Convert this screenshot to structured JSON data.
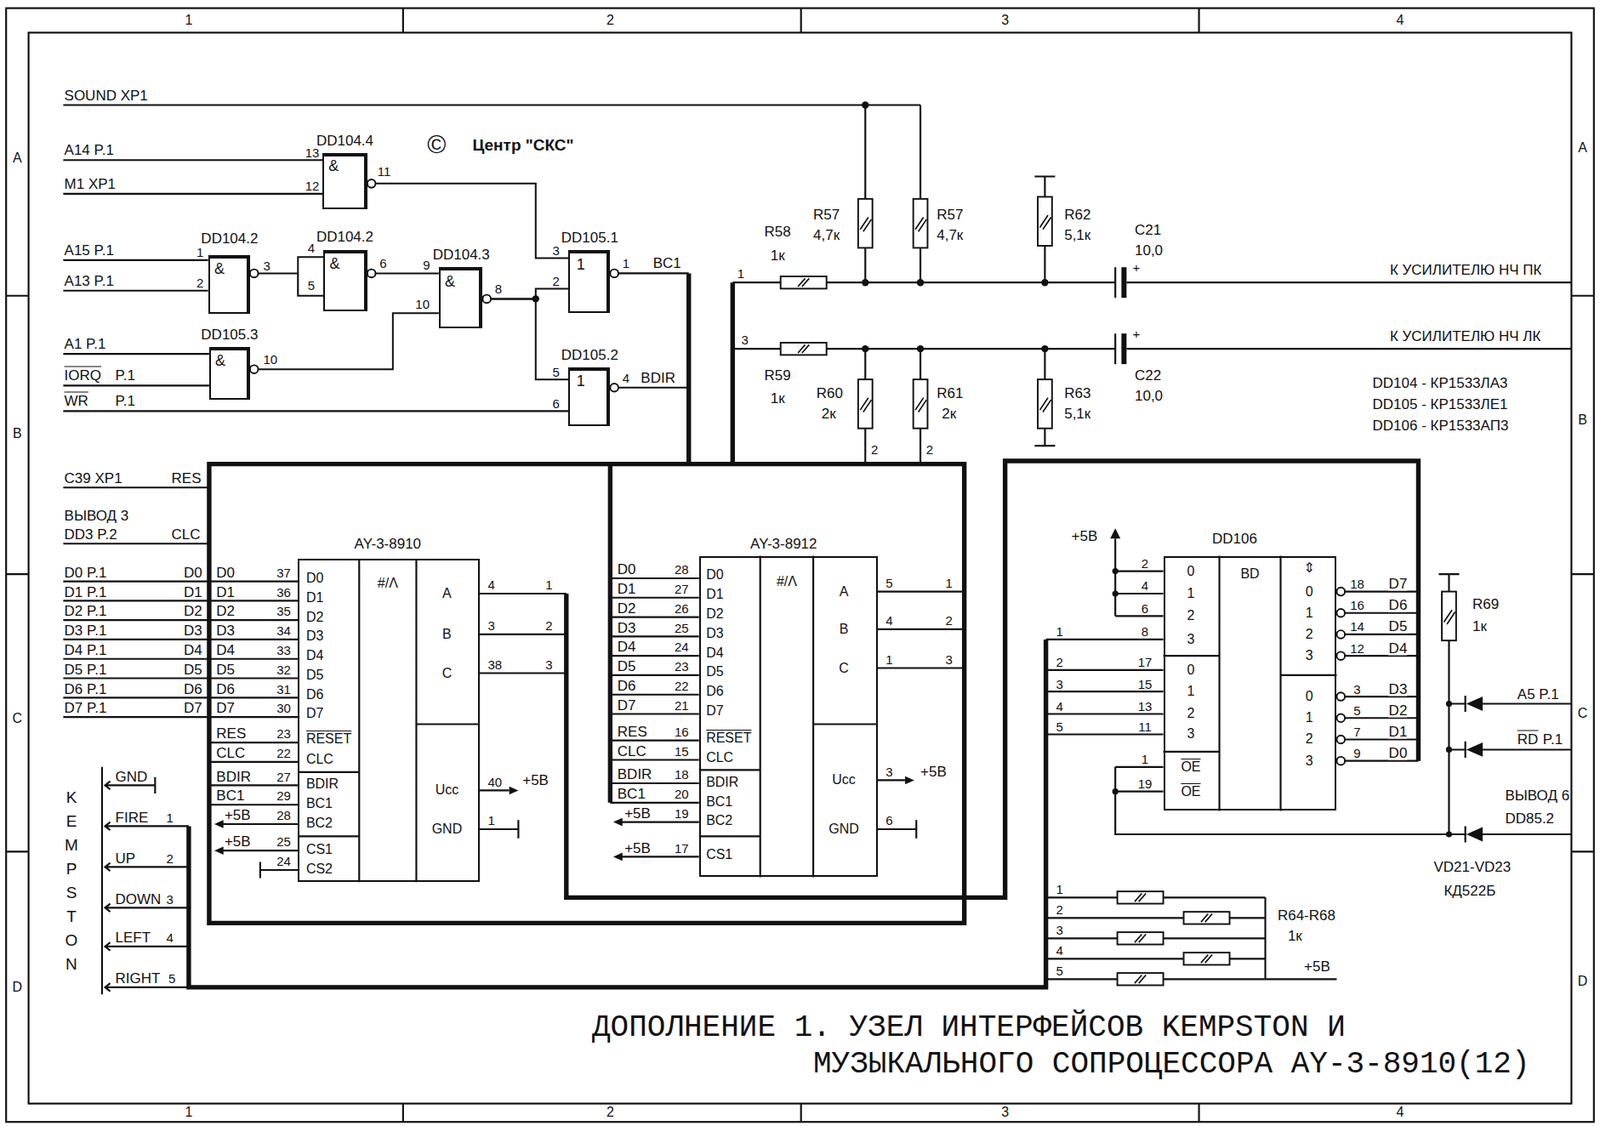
{
  "diagram": {
    "title": "ДОПОЛНЕНИЕ 1. УЗЕЛ ИНТЕРФЕЙСОВ KEMPSTON И МУЗЫКАЛЬНОГО СОПРОЦЕССОРА AY-3-8910(12)",
    "nodes": [
      {
        "text": [
          "DD104.4",
          "&"
        ]
      },
      {
        "text": [
          "DD104.2",
          "&"
        ]
      },
      {
        "text": [
          "DD104.2",
          "&"
        ]
      },
      {
        "text": [
          "DD104.3",
          "&"
        ]
      },
      {
        "text": [
          "DD105.1",
          "1"
        ]
      },
      {
        "text": [
          "DD105.3",
          "&"
        ]
      },
      {
        "text": [
          "DD105.2",
          "1"
        ]
      },
      {
        "text": [
          "AY-3-8910",
          "D0",
          "D1",
          "D2",
          "D3",
          "D4",
          "D5",
          "D6",
          "D7",
          "#/Λ",
          "RESET",
          "CLC",
          "BDIR",
          "BC1",
          "BC2",
          "CS1",
          "CS2",
          "A",
          "B",
          "C",
          "Ucc",
          "GND"
        ]
      },
      {
        "text": [
          "AY-3-8912",
          "D0",
          "D1",
          "D2",
          "D3",
          "D4",
          "D5",
          "D6",
          "D7",
          "#/Λ",
          "RESET",
          "CLC",
          "BDIR",
          "BC1",
          "BC2",
          "CS1",
          "A",
          "B",
          "C",
          "Ucc",
          "GND"
        ]
      },
      {
        "text": [
          "DD106",
          "0",
          "1",
          "2",
          "3",
          "0",
          "1",
          "2",
          "3",
          "OE",
          "OE",
          "BD",
          "⇕",
          "0",
          "1",
          "2",
          "3",
          "0",
          "1",
          "2",
          "3"
        ]
      }
    ],
    "edges": [
      {
        "from": 0,
        "to": 4,
        "arrow": "none"
      },
      {
        "from": 1,
        "to": 2,
        "arrow": "none"
      },
      {
        "from": 2,
        "to": 3,
        "arrow": "none"
      },
      {
        "from": 5,
        "to": 3,
        "arrow": "none"
      },
      {
        "from": 3,
        "to": 4,
        "arrow": "none"
      },
      {
        "from": 3,
        "to": 6,
        "arrow": "none"
      }
    ],
    "labels": [
      "1",
      "2",
      "3",
      "4",
      "1",
      "2",
      "3",
      "4",
      "A",
      "B",
      "C",
      "D",
      "A",
      "B",
      "C",
      "D",
      "SOUND XP1",
      "©",
      "Центр \"СКС\"",
      "A14 P.1",
      "M1 XP1",
      "A15 P.1",
      "A13 P.1",
      "A1 P.1",
      "IORQ",
      "P.1",
      "WR",
      "P.1",
      "13",
      "12",
      "11",
      "1",
      "2",
      "3",
      "4",
      "5",
      "6",
      "9",
      "10",
      "8",
      "10",
      "3",
      "2",
      "1",
      "BC1",
      "5",
      "6",
      "4",
      "BDIR",
      "1",
      "R58",
      "1к",
      "3",
      "R59",
      "1к",
      "R57",
      "4,7к",
      "R57",
      "4,7к",
      "R60",
      "2к",
      "R61",
      "2к",
      "2",
      "2",
      "R62",
      "5,1к",
      "R63",
      "5,1к",
      "C21",
      "10,0",
      "+",
      "C22",
      "10,0",
      "+",
      "К УСИЛИТЕЛЮ НЧ ПК",
      "К УСИЛИТЕЛЮ НЧ ЛК",
      "DD104 - КР1533ЛА3",
      "DD105 - КР1533ЛЕ1",
      "DD106 - КР1533АП3",
      "C39 XP1",
      "RES",
      "ВЫВОД 3",
      "DD3 P.2",
      "CLC",
      "D0 P.1",
      "D0",
      "D0",
      "37",
      "D1 P.1",
      "D1",
      "D1",
      "36",
      "D2 P.1",
      "D2",
      "D2",
      "35",
      "D3 P.1",
      "D3",
      "D3",
      "34",
      "D4 P.1",
      "D4",
      "D4",
      "33",
      "D5 P.1",
      "D5",
      "D5",
      "32",
      "D6 P.1",
      "D6",
      "D6",
      "31",
      "D7 P.1",
      "D7",
      "D7",
      "30",
      "RES",
      "23",
      "CLC",
      "22",
      "BDIR",
      "27",
      "BC1",
      "29",
      "+5В",
      "28",
      "+5В",
      "25",
      "24",
      "4",
      "1",
      "3",
      "2",
      "38",
      "3",
      "40",
      "+5В",
      "1",
      "D0",
      "28",
      "D1",
      "27",
      "D2",
      "26",
      "D3",
      "25",
      "D4",
      "24",
      "D5",
      "23",
      "D6",
      "22",
      "D7",
      "21",
      "RES",
      "16",
      "CLC",
      "15",
      "BDIR",
      "18",
      "BC1",
      "20",
      "+5В",
      "19",
      "+5В",
      "17",
      "5",
      "1",
      "4",
      "2",
      "1",
      "3",
      "3",
      "+5В",
      "6",
      "KEMPSTON",
      "GND",
      "FIRE",
      "1",
      "UP",
      "2",
      "DOWN",
      "3",
      "LEFT",
      "4",
      "RIGHT",
      "5",
      "+5В",
      "2",
      "4",
      "6",
      "8",
      "1",
      "17",
      "2",
      "15",
      "3",
      "13",
      "4",
      "11",
      "5",
      "1",
      "19",
      "18",
      "D7",
      "16",
      "D6",
      "14",
      "D5",
      "12",
      "D4",
      "3",
      "D3",
      "5",
      "D2",
      "7",
      "D1",
      "9",
      "D0",
      "R69",
      "1к",
      "A5 P.1",
      "RD",
      "P.1",
      "ВЫВОД 6",
      "DD85.2",
      "VD21-VD23",
      "КД522Б",
      "1",
      "2",
      "3",
      "4",
      "5",
      "R64-R68",
      "1к",
      "+5В"
    ]
  }
}
